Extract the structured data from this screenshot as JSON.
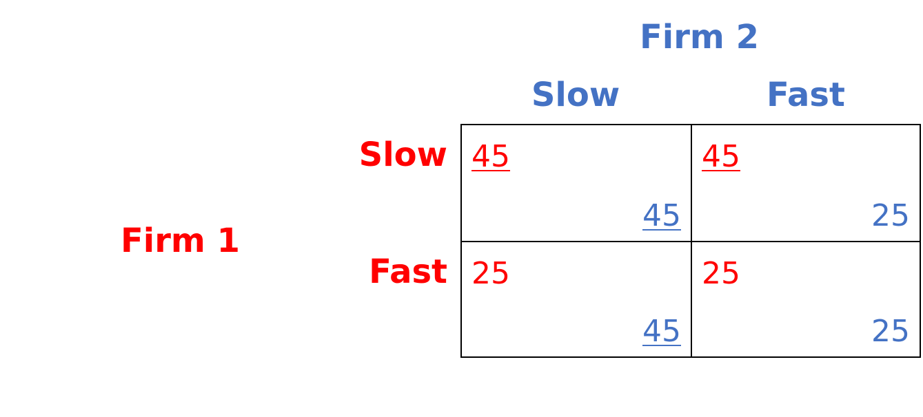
{
  "player2": {
    "label": "Firm 2",
    "color": "#4472C4"
  },
  "player1": {
    "label": "Firm 1",
    "color": "#FF0000"
  },
  "columns": [
    "Slow",
    "Fast"
  ],
  "rows": [
    "Slow",
    "Fast"
  ],
  "payoffs": [
    [
      {
        "p1": "45",
        "p1_best": true,
        "p2": "45",
        "p2_best": true
      },
      {
        "p1": "45",
        "p1_best": true,
        "p2": "25",
        "p2_best": false
      }
    ],
    [
      {
        "p1": "25",
        "p1_best": false,
        "p2": "45",
        "p2_best": true
      },
      {
        "p1": "25",
        "p1_best": false,
        "p2": "25",
        "p2_best": false
      }
    ]
  ]
}
